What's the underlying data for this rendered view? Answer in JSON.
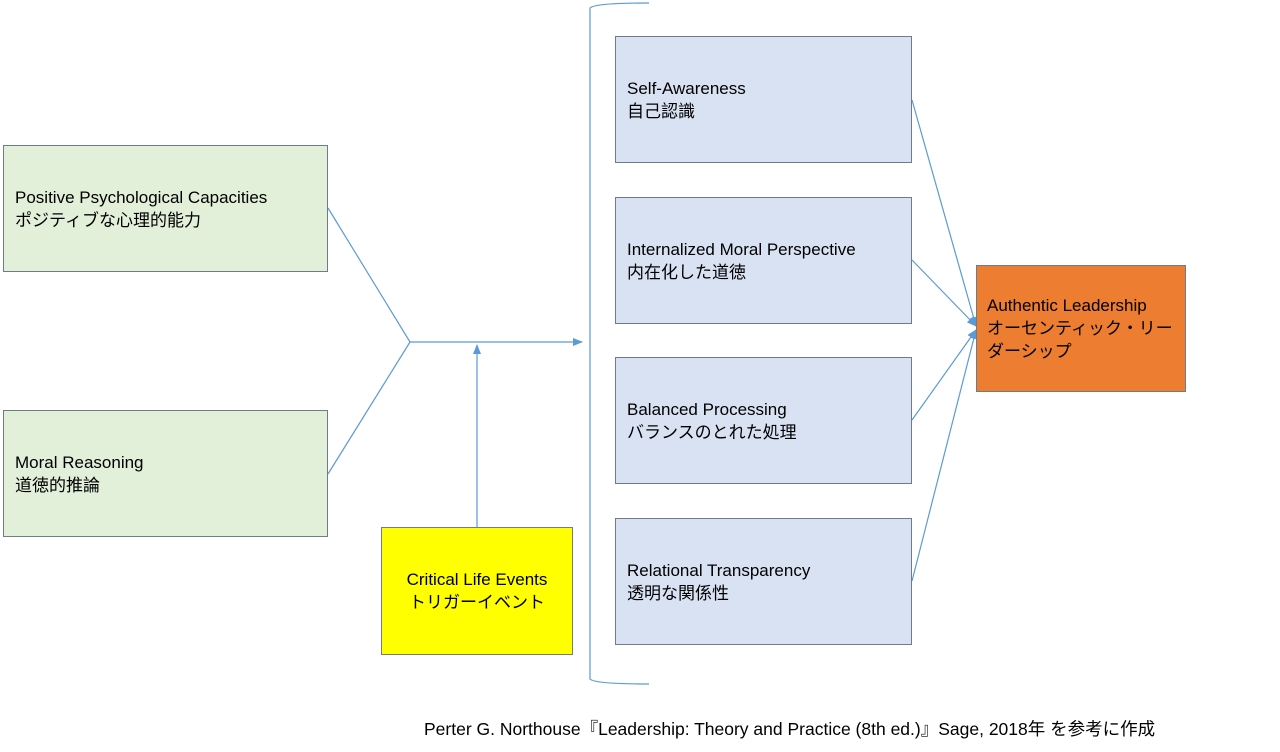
{
  "diagram": {
    "title": "Authentic Leadership model",
    "colors": {
      "antecedent_fill": "#e2efd9",
      "component_fill": "#d9e2f3",
      "trigger_fill": "#ffff00",
      "outcome_fill": "#ed7d31",
      "connector": "#5b9bd5",
      "border": "#6f7b89"
    },
    "antecedents": [
      {
        "en": "Positive Psychological Capacities",
        "ja": "ポジティブな心理的能力"
      },
      {
        "en": "Moral Reasoning",
        "ja": "道徳的推論"
      }
    ],
    "trigger": {
      "en": "Critical Life Events",
      "ja": "トリガーイベント"
    },
    "components": [
      {
        "en": "Self-Awareness",
        "ja": "自己認識"
      },
      {
        "en": "Internalized Moral Perspective",
        "ja": "内在化した道徳"
      },
      {
        "en": "Balanced Processing",
        "ja": "バランスのとれた処理"
      },
      {
        "en": "Relational Transparency",
        "ja": "透明な関係性"
      }
    ],
    "outcome": {
      "en": "Authentic Leadership",
      "ja": "オーセンティック・リーダーシップ"
    },
    "citation": "Perter G. Northouse『Leadership: Theory and Practice (8th ed.)』Sage, 2018年 を参考に作成"
  }
}
